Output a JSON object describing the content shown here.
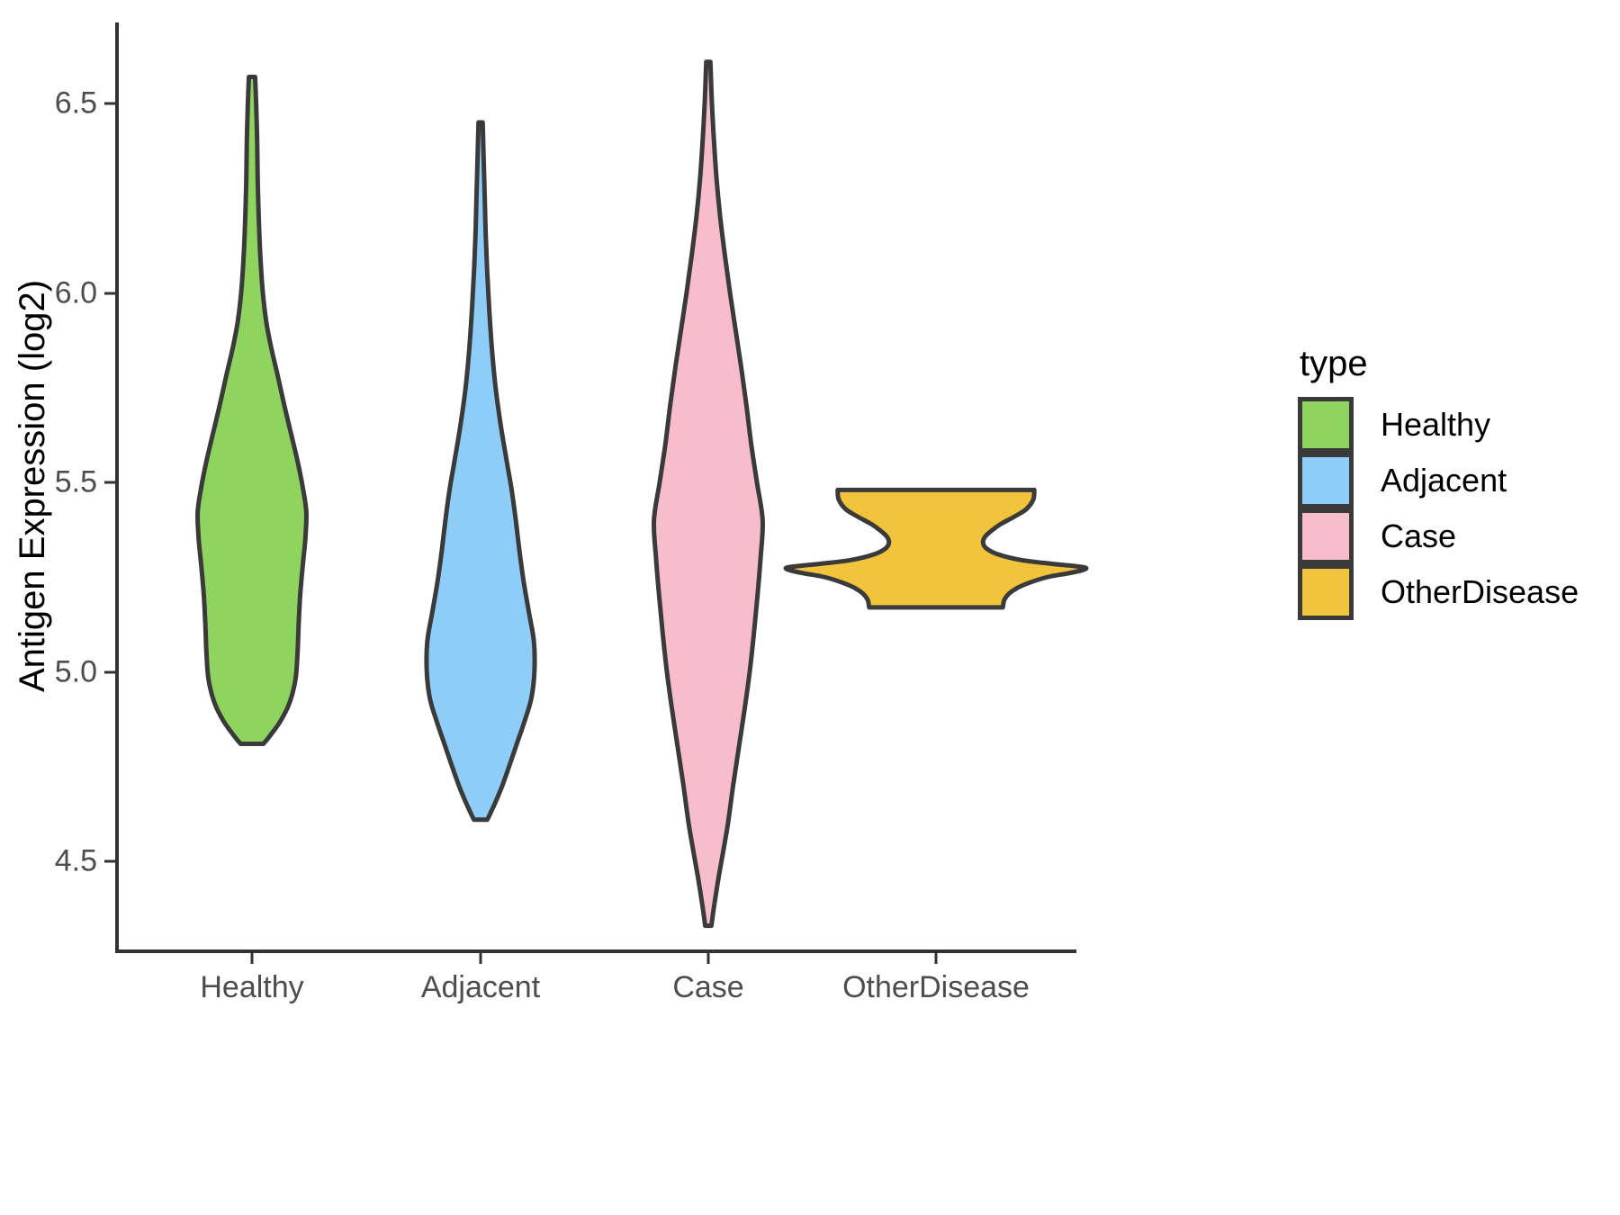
{
  "chart_data": {
    "type": "violin",
    "title": "",
    "xlabel": "",
    "ylabel": "Antigen Expression (log2)",
    "categories": [
      "Healthy",
      "Adjacent",
      "Case",
      "OtherDisease"
    ],
    "y_ticks": [
      4.5,
      5.0,
      5.5,
      6.0,
      6.5
    ],
    "y_tick_labels": [
      "4.5",
      "5.0",
      "5.5",
      "6.0",
      "6.5"
    ],
    "ylim": [
      4.28,
      6.72
    ],
    "grid": false,
    "legend_position": "right",
    "legend_title": "type",
    "colors": {
      "Healthy": "#8ed濃",
      "Adjacent": "#8ecdf7",
      "Case": "#f7bdcd",
      "OtherDisease": "#f2c43d",
      "outline": "#3a3a3a",
      "axis": "#333333",
      "tick_text": "#4d4d4d"
    },
    "series": [
      {
        "name": "Healthy",
        "color": "#8ed45f",
        "min": 4.81,
        "max": 6.57,
        "mode": 5.42,
        "max_width_units": 0.105,
        "density": [
          {
            "y": 6.57,
            "w": 0.006
          },
          {
            "y": 6.5,
            "w": 0.008
          },
          {
            "y": 6.4,
            "w": 0.01
          },
          {
            "y": 6.3,
            "w": 0.011
          },
          {
            "y": 6.2,
            "w": 0.013
          },
          {
            "y": 6.1,
            "w": 0.016
          },
          {
            "y": 6.0,
            "w": 0.021
          },
          {
            "y": 5.92,
            "w": 0.028
          },
          {
            "y": 5.85,
            "w": 0.038
          },
          {
            "y": 5.78,
            "w": 0.05
          },
          {
            "y": 5.7,
            "w": 0.063
          },
          {
            "y": 5.62,
            "w": 0.077
          },
          {
            "y": 5.55,
            "w": 0.089
          },
          {
            "y": 5.48,
            "w": 0.099
          },
          {
            "y": 5.42,
            "w": 0.105
          },
          {
            "y": 5.35,
            "w": 0.103
          },
          {
            "y": 5.28,
            "w": 0.098
          },
          {
            "y": 5.2,
            "w": 0.093
          },
          {
            "y": 5.12,
            "w": 0.09
          },
          {
            "y": 5.05,
            "w": 0.088
          },
          {
            "y": 4.98,
            "w": 0.084
          },
          {
            "y": 4.92,
            "w": 0.073
          },
          {
            "y": 4.87,
            "w": 0.055
          },
          {
            "y": 4.83,
            "w": 0.034
          },
          {
            "y": 4.81,
            "w": 0.022
          }
        ]
      },
      {
        "name": "Adjacent",
        "color": "#8ecdf7",
        "min": 4.61,
        "max": 6.45,
        "mode": 5.08,
        "max_width_units": 0.105,
        "density": [
          {
            "y": 6.45,
            "w": 0.004
          },
          {
            "y": 6.35,
            "w": 0.006
          },
          {
            "y": 6.25,
            "w": 0.008
          },
          {
            "y": 6.15,
            "w": 0.01
          },
          {
            "y": 6.05,
            "w": 0.013
          },
          {
            "y": 5.95,
            "w": 0.017
          },
          {
            "y": 5.85,
            "w": 0.022
          },
          {
            "y": 5.75,
            "w": 0.029
          },
          {
            "y": 5.65,
            "w": 0.039
          },
          {
            "y": 5.56,
            "w": 0.05
          },
          {
            "y": 5.48,
            "w": 0.06
          },
          {
            "y": 5.4,
            "w": 0.068
          },
          {
            "y": 5.32,
            "w": 0.075
          },
          {
            "y": 5.24,
            "w": 0.083
          },
          {
            "y": 5.16,
            "w": 0.093
          },
          {
            "y": 5.08,
            "w": 0.103
          },
          {
            "y": 5.0,
            "w": 0.104
          },
          {
            "y": 4.93,
            "w": 0.098
          },
          {
            "y": 4.87,
            "w": 0.085
          },
          {
            "y": 4.81,
            "w": 0.07
          },
          {
            "y": 4.75,
            "w": 0.055
          },
          {
            "y": 4.7,
            "w": 0.042
          },
          {
            "y": 4.66,
            "w": 0.03
          },
          {
            "y": 4.63,
            "w": 0.02
          },
          {
            "y": 4.61,
            "w": 0.013
          }
        ]
      },
      {
        "name": "Case",
        "color": "#f7bdcd",
        "min": 4.33,
        "max": 6.61,
        "mode": 5.4,
        "max_width_units": 0.105,
        "density": [
          {
            "y": 6.61,
            "w": 0.004
          },
          {
            "y": 6.5,
            "w": 0.007
          },
          {
            "y": 6.4,
            "w": 0.011
          },
          {
            "y": 6.3,
            "w": 0.016
          },
          {
            "y": 6.2,
            "w": 0.023
          },
          {
            "y": 6.1,
            "w": 0.032
          },
          {
            "y": 6.0,
            "w": 0.042
          },
          {
            "y": 5.9,
            "w": 0.053
          },
          {
            "y": 5.8,
            "w": 0.064
          },
          {
            "y": 5.7,
            "w": 0.074
          },
          {
            "y": 5.6,
            "w": 0.083
          },
          {
            "y": 5.5,
            "w": 0.094
          },
          {
            "y": 5.4,
            "w": 0.105
          },
          {
            "y": 5.3,
            "w": 0.101
          },
          {
            "y": 5.2,
            "w": 0.095
          },
          {
            "y": 5.1,
            "w": 0.088
          },
          {
            "y": 5.0,
            "w": 0.08
          },
          {
            "y": 4.9,
            "w": 0.07
          },
          {
            "y": 4.8,
            "w": 0.059
          },
          {
            "y": 4.7,
            "w": 0.048
          },
          {
            "y": 4.6,
            "w": 0.038
          },
          {
            "y": 4.52,
            "w": 0.028
          },
          {
            "y": 4.45,
            "w": 0.019
          },
          {
            "y": 4.38,
            "w": 0.011
          },
          {
            "y": 4.33,
            "w": 0.006
          }
        ]
      },
      {
        "name": "OtherDisease",
        "color": "#f2c43d",
        "min": 5.17,
        "max": 5.48,
        "mode": 5.48,
        "max_width_units": 0.29,
        "density": [
          {
            "y": 5.48,
            "w": 0.19
          },
          {
            "y": 5.455,
            "w": 0.188
          },
          {
            "y": 5.43,
            "w": 0.175
          },
          {
            "y": 5.41,
            "w": 0.152
          },
          {
            "y": 5.39,
            "w": 0.125
          },
          {
            "y": 5.37,
            "w": 0.105
          },
          {
            "y": 5.355,
            "w": 0.094
          },
          {
            "y": 5.34,
            "w": 0.091
          },
          {
            "y": 5.325,
            "w": 0.098
          },
          {
            "y": 5.31,
            "w": 0.12
          },
          {
            "y": 5.295,
            "w": 0.165
          },
          {
            "y": 5.285,
            "w": 0.225
          },
          {
            "y": 5.278,
            "w": 0.275
          },
          {
            "y": 5.274,
            "w": 0.29
          },
          {
            "y": 5.268,
            "w": 0.282
          },
          {
            "y": 5.26,
            "w": 0.255
          },
          {
            "y": 5.25,
            "w": 0.215
          },
          {
            "y": 5.235,
            "w": 0.18
          },
          {
            "y": 5.22,
            "w": 0.155
          },
          {
            "y": 5.205,
            "w": 0.14
          },
          {
            "y": 5.19,
            "w": 0.132
          },
          {
            "y": 5.178,
            "w": 0.13
          },
          {
            "y": 5.17,
            "w": 0.129
          }
        ]
      }
    ]
  },
  "axes": {
    "y_title": "Antigen Expression (log2)",
    "y_labels": [
      "6.5",
      "6.0",
      "5.5",
      "5.0",
      "4.5"
    ],
    "x_labels": [
      "Healthy",
      "Adjacent",
      "Case",
      "OtherDisease"
    ]
  },
  "legend": {
    "title": "type",
    "items": [
      {
        "label": "Healthy",
        "color": "#8ed45f"
      },
      {
        "label": "Adjacent",
        "color": "#8ecdf7"
      },
      {
        "label": "Case",
        "color": "#f7bdcd"
      },
      {
        "label": "OtherDisease",
        "color": "#f2c43d"
      }
    ]
  }
}
